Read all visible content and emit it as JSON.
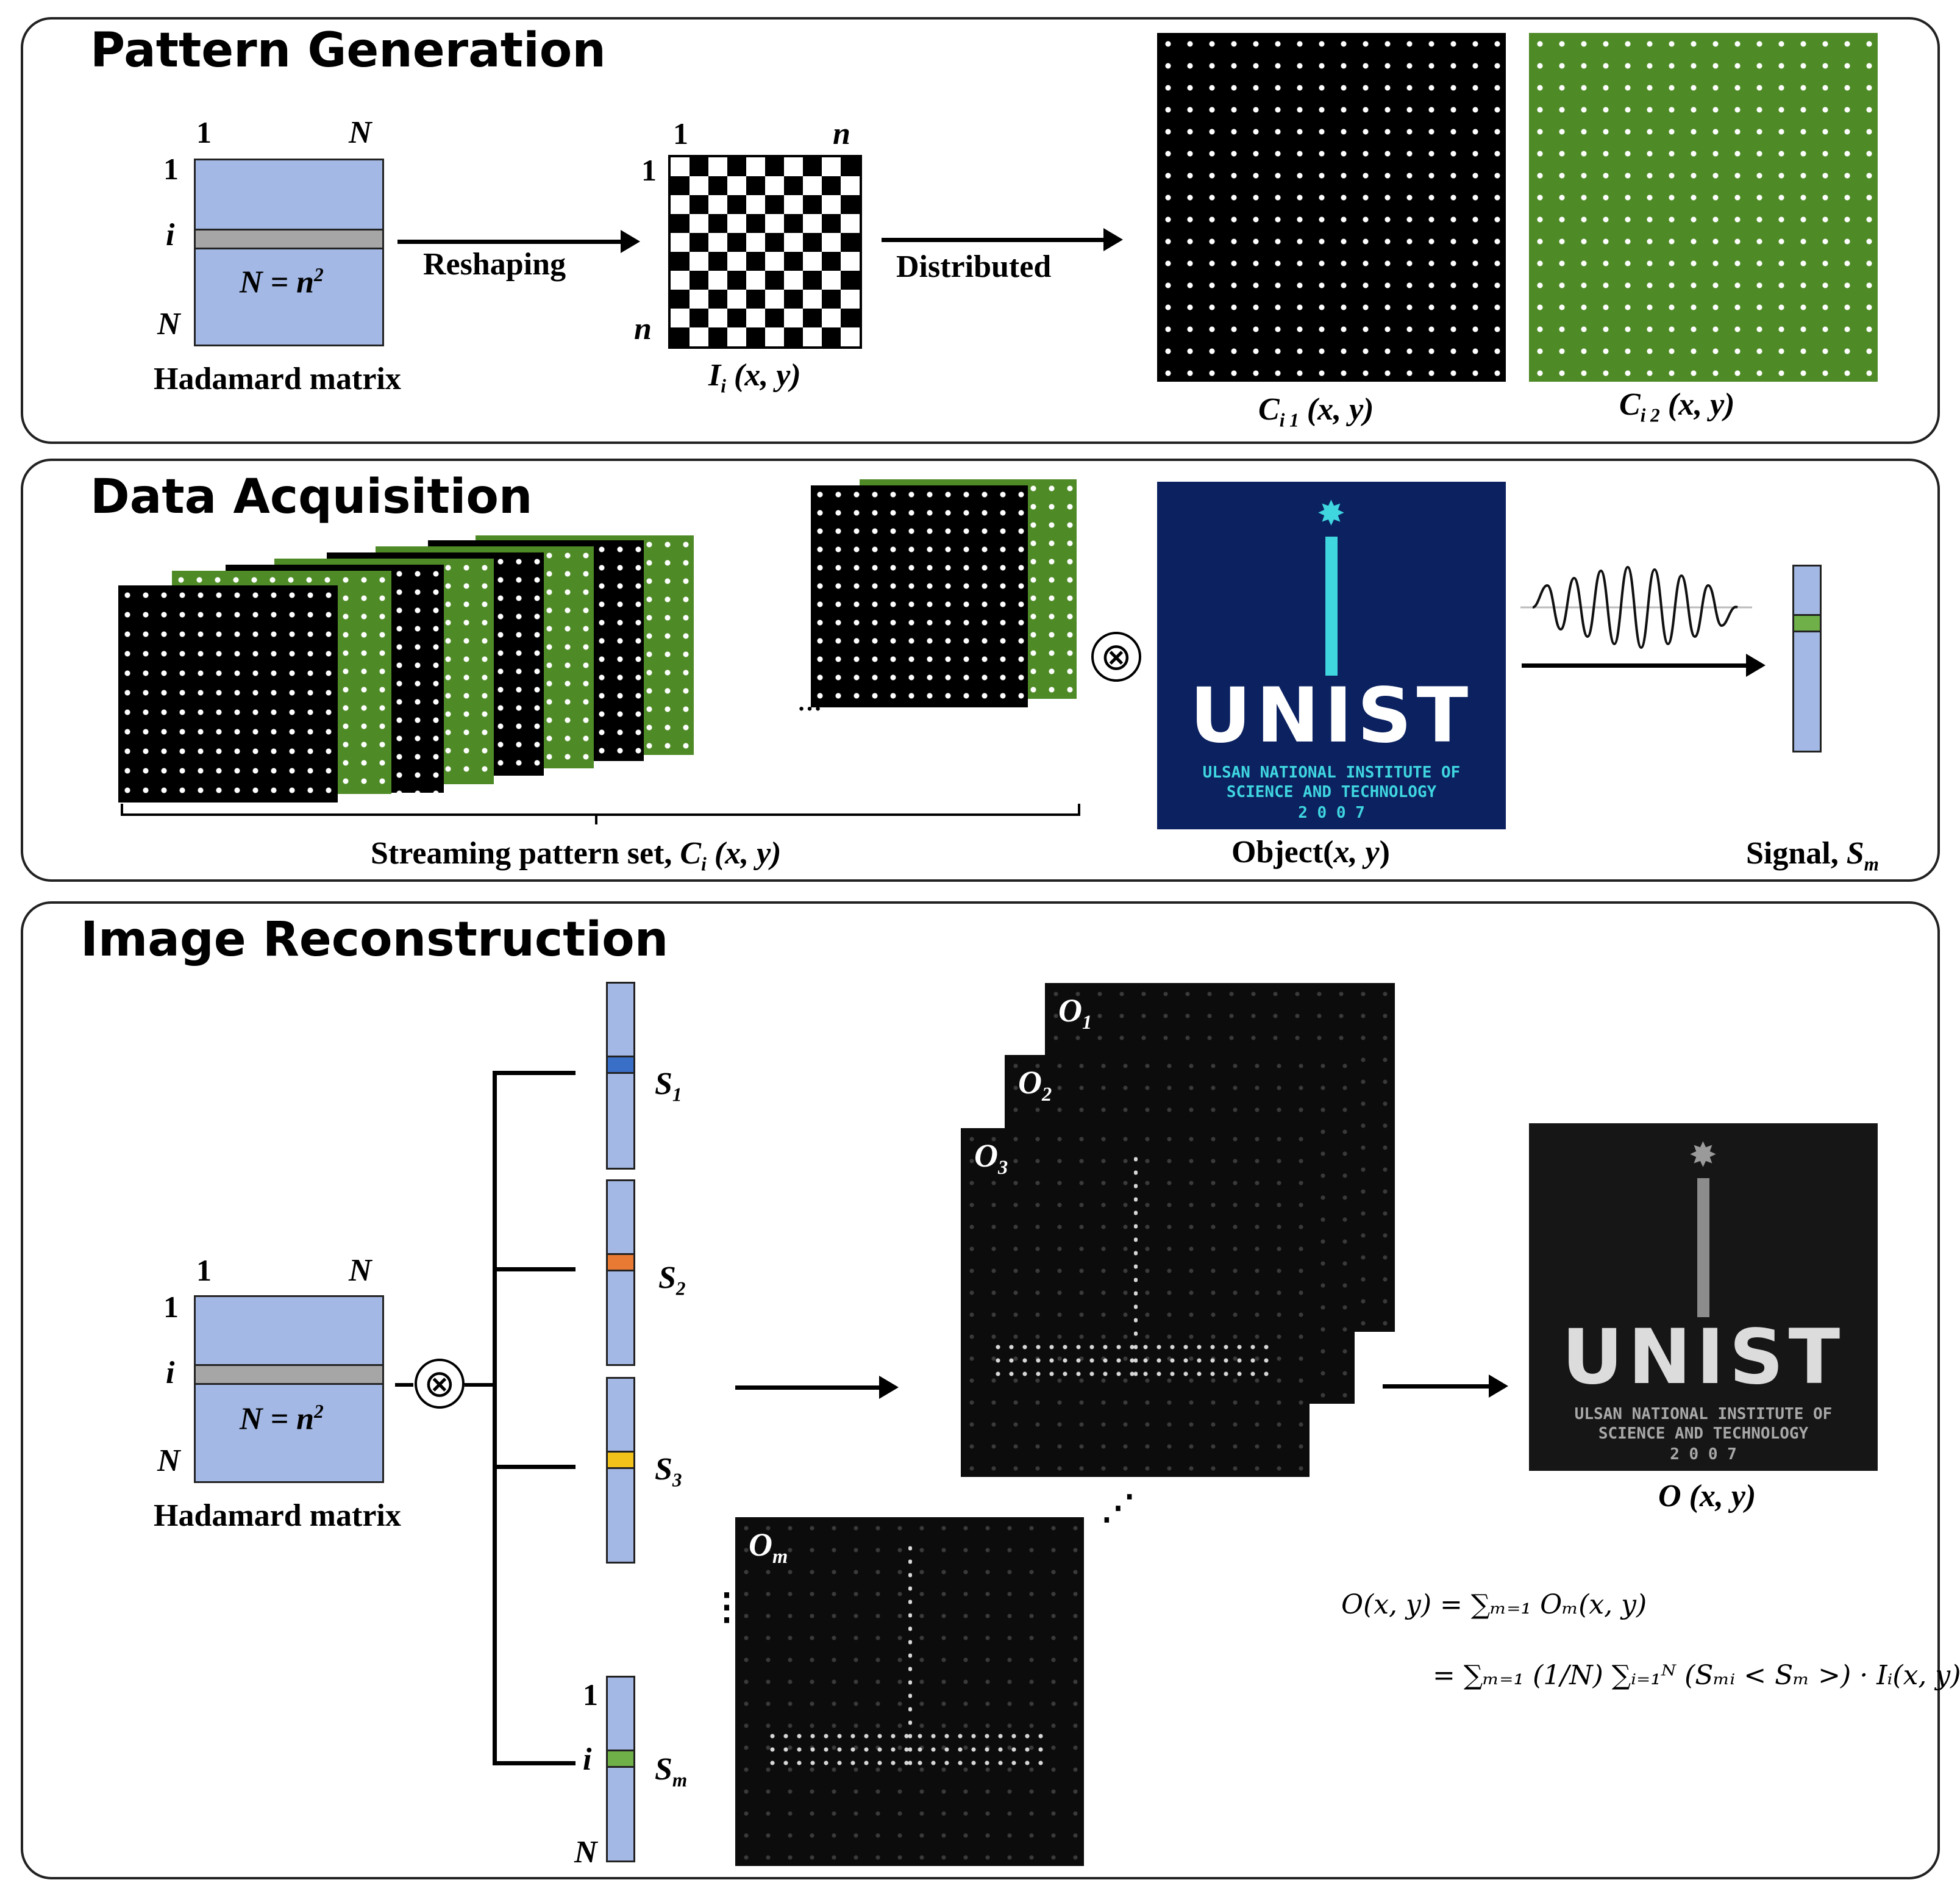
{
  "sections": {
    "pattern": "Pattern Generation",
    "acquisition": "Data Acquisition",
    "reconstruction": "Image Reconstruction"
  },
  "hadamard": {
    "row1": "1",
    "colN": "N",
    "rowI": "i",
    "rowN": "N",
    "equation": "N = n",
    "exp": "2",
    "caption": "Hadamard matrix"
  },
  "pattern_gen": {
    "reshaping": "Reshaping",
    "distributed": "Distributed",
    "grid_one_top": "1",
    "grid_n_top": "n",
    "grid_one_left": "1",
    "grid_n_left": "n",
    "ii_main": "I",
    "ii_sub": "i",
    "ii_args": " (x, y)",
    "c1_main": "C",
    "c1_sub": "i 1",
    "c1_args": " (x, y)",
    "c2_main": "C",
    "c2_sub": "i 2",
    "c2_args": " (x, y)"
  },
  "data_acq": {
    "stream_prefix": "Streaming  pattern set, ",
    "stream_c": "C",
    "stream_sub": "i",
    "stream_args": " (x, y)",
    "object_prefix": "Object(",
    "object_args": "x, y",
    "object_suffix": ")",
    "signal_prefix": "Signal, ",
    "signal_s": "S",
    "signal_sub": "m",
    "otimes": "⊗",
    "logo": {
      "word": "UNIST",
      "line1": "ULSAN NATIONAL INSTITUTE OF",
      "line2": "SCIENCE AND TECHNOLOGY",
      "year": "2  0  0  7"
    }
  },
  "image_rec": {
    "otimes": "⊗",
    "signals": [
      {
        "main": "S",
        "sub": "1"
      },
      {
        "main": "S",
        "sub": "2"
      },
      {
        "main": "S",
        "sub": "3"
      },
      {
        "main": "S",
        "sub": "m"
      }
    ],
    "sm_row1": "1",
    "sm_rowI": "i",
    "sm_rowN": "N",
    "recon_labels": [
      {
        "main": "O",
        "sub": "1"
      },
      {
        "main": "O",
        "sub": "2"
      },
      {
        "main": "O",
        "sub": "3"
      },
      {
        "main": "O",
        "sub": "m"
      }
    ],
    "output_main": "O",
    "output_args": " (x, y)",
    "dots_v": "⋮",
    "dots_d": "⋰",
    "formula_line1": "O(x, y) = ∑ₘ₌₁ Oₘ(x, y)",
    "formula_line2": "= ∑ₘ₌₁ (1/N) ∑ᵢ₌₁ᴺ (Sₘᵢ < Sₘ >) · Iᵢ(x, y)"
  },
  "colors": {
    "matrix_fill": "#a3b8e4",
    "band_gray": "#a6a6a6",
    "pattern_green": "#4e8a26",
    "object_bg": "#0b2160",
    "logo_cyan": "#3fd6e0",
    "s1_blue": "#3a6fc8",
    "s2_orange": "#e97a33",
    "s3_yellow": "#f2c21b",
    "sm_green": "#6fb048"
  }
}
